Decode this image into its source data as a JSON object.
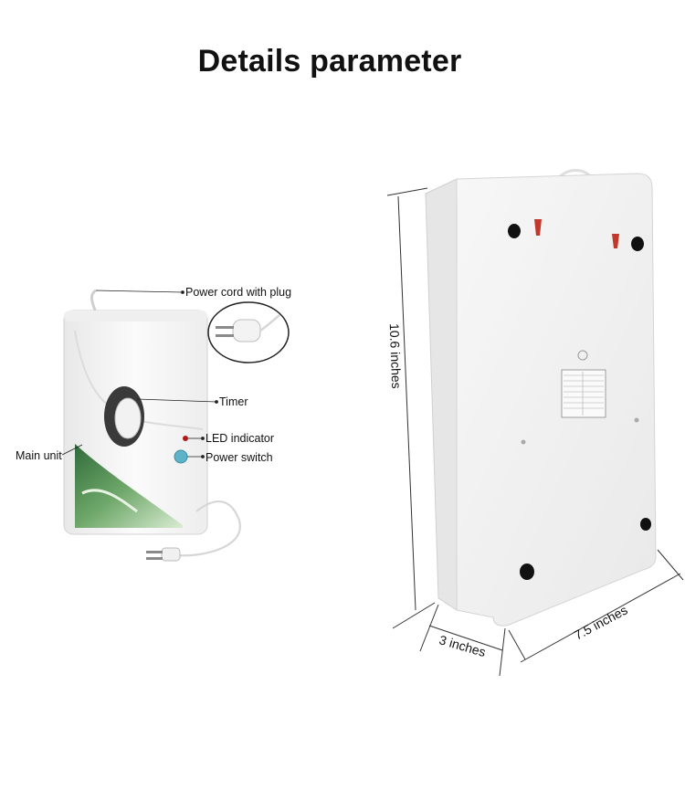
{
  "title": "Details parameter",
  "callouts": {
    "power_cord": "Power cord with plug",
    "timer": "Timer",
    "led": "LED indicator",
    "power_switch": "Power switch",
    "main_unit": "Main unit"
  },
  "dimensions": {
    "height": "10.6 inches",
    "depth": "3 inches",
    "width": "7.5 inches"
  },
  "colors": {
    "device_body": "#f4f4f4",
    "led": "#b01818",
    "switch": "#5fb3c8",
    "hanger": "#c0392b"
  }
}
